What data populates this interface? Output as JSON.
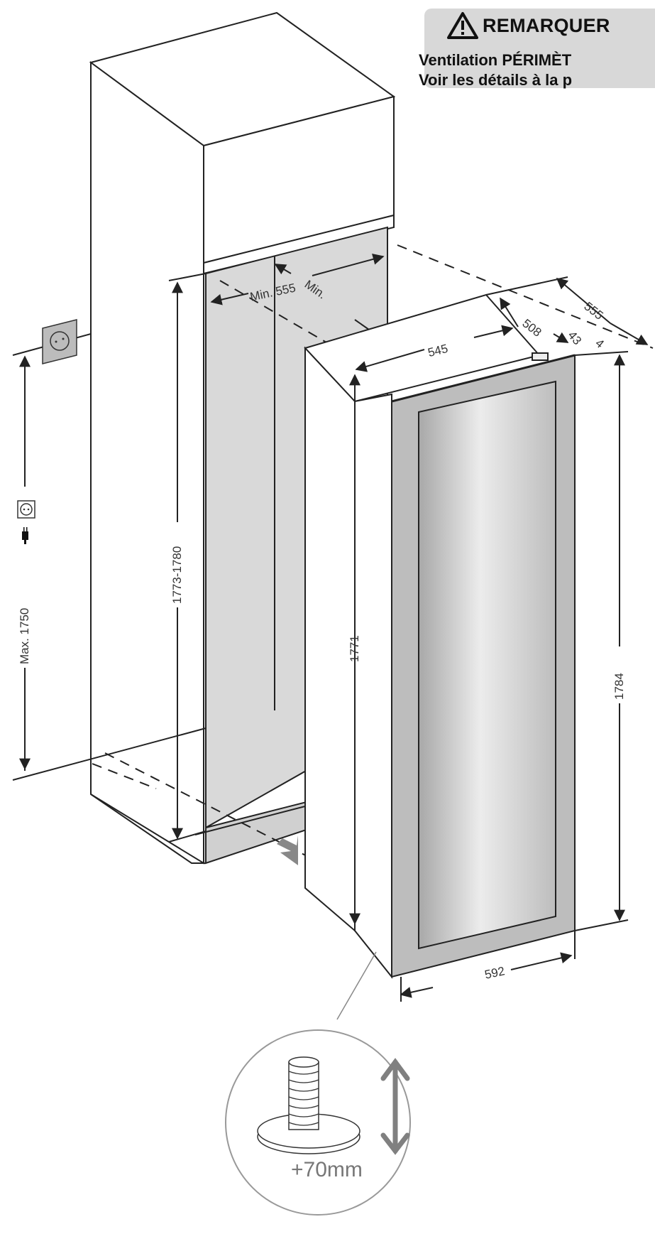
{
  "notice": {
    "icon": "warning-triangle-icon",
    "title": "REMARQUER",
    "line1": "Ventilation PÉRIMÈT",
    "line2": "Voir les détails à la p"
  },
  "dimensions": {
    "niche_depth_min": "Min. 555",
    "niche_width_min": "Min.",
    "niche_height": "1773-1780",
    "socket_height": "Max. 1750",
    "appliance_depth_total": "555",
    "appliance_body_depth": "508",
    "door_offset": "43",
    "gap": "4",
    "appliance_width_body": "545",
    "appliance_height_body": "1771",
    "appliance_height_total": "1784",
    "door_width": "592"
  },
  "detail": {
    "label": "+70mm",
    "icon": "adjustable-foot-icon"
  },
  "colors": {
    "line": "#222222",
    "niche_fill": "#d9d9d9",
    "door_frame": "#bdbdbd",
    "arrow_gray": "#7a7a7a",
    "notice_bg": "#d8d8d8"
  }
}
